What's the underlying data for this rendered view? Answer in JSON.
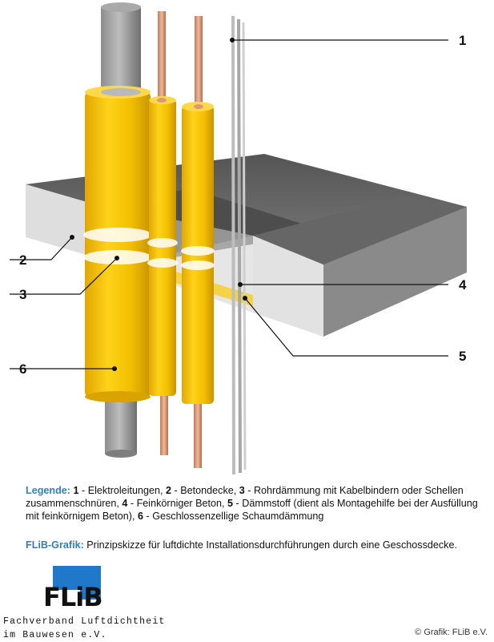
{
  "callouts": {
    "n1": "1",
    "n2": "2",
    "n3": "3",
    "n4": "4",
    "n5": "5",
    "n6": "6"
  },
  "legend": {
    "heading": "Legende:",
    "items": [
      {
        "num": "1",
        "text": " - Elektroleitungen, "
      },
      {
        "num": "2",
        "text": " - Betondecke, "
      },
      {
        "num": "3",
        "text": " - Rohrdämmung mit Kabelbindern oder Schellen zusammenschnüren, "
      },
      {
        "num": "4",
        "text": " - Feinkörniger Beton, "
      },
      {
        "num": "5",
        "text": " - Dämmstoff (dient als Montagehilfe bei der Ausfüllung mit feinkörnigem Beton), "
      },
      {
        "num": "6",
        "text": " - Geschlossenzellige Schaumdämmung"
      }
    ]
  },
  "caption": {
    "heading": "FLiB-Grafik:",
    "text": " Prinzipskizze für luftdichte Installationsdurchführungen durch eine Geschossdecke."
  },
  "logo": {
    "text": "FLiB",
    "colors": {
      "blue": "#1f78c8",
      "black": "#111111"
    }
  },
  "organization": {
    "line1": "Fachverband Luftdichtheit",
    "line2": "im Bauwesen e.V."
  },
  "copyright": "© Grafik: FLiB e.V.",
  "colors": {
    "foam_yellow": "#f5c400",
    "pipe_grey": "#9a9a9a",
    "copper": "#d99a78",
    "slab_top": "#6b6b6b",
    "slab_side": "#8f8f8f",
    "slab_front": "#dcdcdc",
    "legend_blue": "#2f7fc1"
  }
}
